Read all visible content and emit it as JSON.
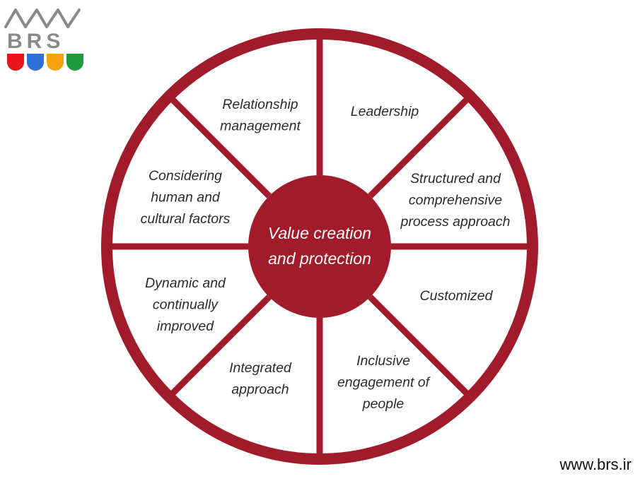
{
  "logo": {
    "text": "BRS",
    "dot_colors": [
      "#e8141c",
      "#2f6fd8",
      "#f5a40f",
      "#1f9a3c"
    ],
    "chevron_color": "#8a8a8a"
  },
  "wheel": {
    "color": "#a11b2a",
    "center": {
      "lines": [
        "Value creation",
        "and protection"
      ]
    },
    "segments": [
      {
        "lines": [
          "Leadership"
        ]
      },
      {
        "lines": [
          "Structured and",
          "comprehensive",
          "process approach"
        ]
      },
      {
        "lines": [
          "Customized"
        ]
      },
      {
        "lines": [
          "Inclusive",
          "engagement of",
          "people"
        ]
      },
      {
        "lines": [
          "Integrated",
          "approach"
        ]
      },
      {
        "lines": [
          "Dynamic and",
          "continually",
          "improved"
        ]
      },
      {
        "lines": [
          "Considering",
          "human and",
          "cultural factors"
        ]
      },
      {
        "lines": [
          "Relationship",
          "management"
        ]
      }
    ]
  },
  "footer": {
    "website": "www.brs.ir"
  }
}
